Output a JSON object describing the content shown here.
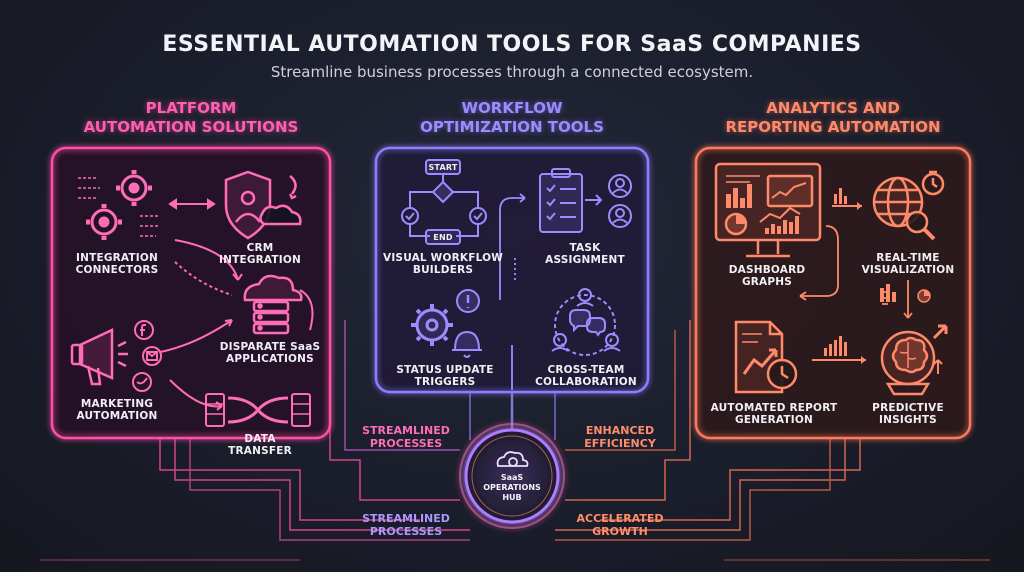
{
  "header": {
    "title": "ESSENTIAL AUTOMATION TOOLS FOR SaaS COMPANIES",
    "subtitle": "Streamline business processes through a connected ecosystem."
  },
  "sections": {
    "platform": {
      "title_line1": "PLATFORM",
      "title_line2": "AUTOMATION SOLUTIONS",
      "color": "#ff4fa8",
      "items": {
        "integration": [
          "INTEGRATION",
          "CONNECTORS"
        ],
        "crm": [
          "CRM",
          "INTEGRATION"
        ],
        "disparate": [
          "DISPARATE SaaS",
          "APPLICATIONS"
        ],
        "marketing": [
          "MARKETING",
          "AUTOMATION"
        ],
        "data": [
          "DATA",
          "TRANSFER"
        ]
      }
    },
    "workflow": {
      "title_line1": "WORKFLOW",
      "title_line2": "OPTIMIZATION TOOLS",
      "color": "#8f7dff",
      "flowchart": {
        "start": "START",
        "end": "END"
      },
      "items": {
        "builders": [
          "VISUAL WORKFLOW",
          "BUILDERS"
        ],
        "task": [
          "TASK",
          "ASSIGNMENT"
        ],
        "status": [
          "STATUS UPDATE",
          "TRIGGERS"
        ],
        "collab": [
          "CROSS-TEAM",
          "COLLABORATION"
        ]
      }
    },
    "analytics": {
      "title_line1": "ANALYTICS AND",
      "title_line2": "REPORTING AUTOMATION",
      "color": "#ff7a5a",
      "items": {
        "dashboard": [
          "DASHBOARD",
          "GRAPHS"
        ],
        "realtime": [
          "REAL-TIME",
          "VISUALIZATION"
        ],
        "report": [
          "AUTOMATED REPORT",
          "GENERATION"
        ],
        "predictive": [
          "PREDICTIVE",
          "INSIGHTS"
        ]
      }
    }
  },
  "flows": {
    "left_top": [
      "STREAMLINED",
      "PROCESSES"
    ],
    "left_bottom": [
      "STREAMLINED",
      "PROCESSES"
    ],
    "right_top": [
      "ENHANCED",
      "EFFICIENCY"
    ],
    "right_bottom": [
      "ACCELERATED",
      "GROWTH"
    ]
  },
  "hub": {
    "line1": "SaaS",
    "line2": "OPERATIONS",
    "line3": "HUB"
  }
}
